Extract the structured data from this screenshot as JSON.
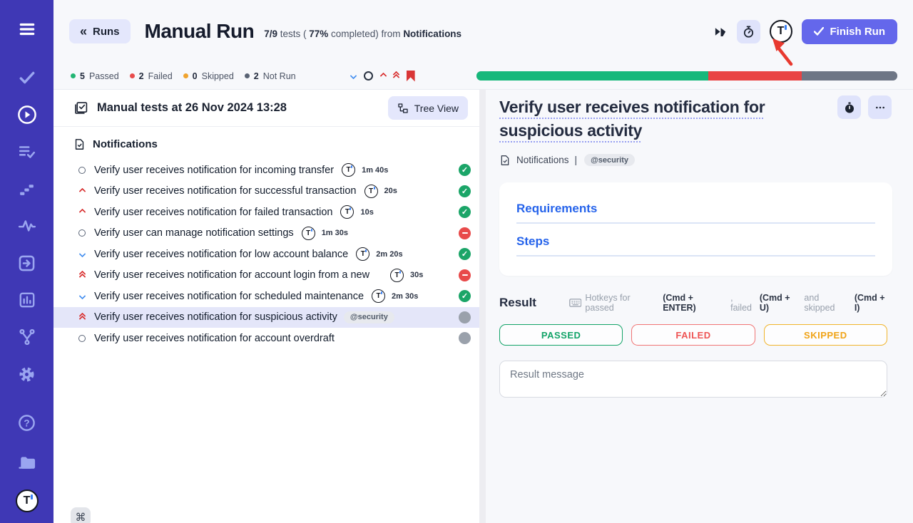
{
  "sidebar": {
    "icons": [
      "menu",
      "checks",
      "run-active",
      "test-plans",
      "steps",
      "pulse",
      "import",
      "analytics",
      "branches",
      "settings",
      "help",
      "projects",
      "testomat-logo"
    ]
  },
  "header": {
    "runs_label": "Runs",
    "title": "Manual Run",
    "subtitle": {
      "fraction": "7/9",
      "mid1": " tests ( ",
      "pct": "77%",
      "mid2": " completed) from ",
      "source": "Notifications"
    },
    "finish_label": "Finish Run"
  },
  "status": {
    "passed": {
      "count": "5",
      "label": "Passed"
    },
    "failed": {
      "count": "2",
      "label": "Failed"
    },
    "skipped": {
      "count": "0",
      "label": "Skipped"
    },
    "notrun": {
      "count": "2",
      "label": "Not Run"
    }
  },
  "progress": {
    "segments": [
      {
        "name": "passed",
        "color": "#16b87b",
        "pct": 55.1
      },
      {
        "name": "failed",
        "color": "#e94444",
        "pct": 22.2
      },
      {
        "name": "notrun",
        "color": "#6e7685",
        "pct": 22.7
      }
    ]
  },
  "run_list": {
    "header_title": "Manual tests at 26 Nov 2024 13:28",
    "tree_view_label": "Tree View",
    "folder_label": "Notifications",
    "tests": [
      {
        "title": "Verify user receives notification for incoming transfer",
        "priority": "none",
        "duration": "1m 40s",
        "logo": true,
        "result": "passed"
      },
      {
        "title": "Verify user receives notification for successful transaction",
        "priority": "high",
        "duration": "20s",
        "logo": true,
        "result": "passed"
      },
      {
        "title": "Verify user receives notification for failed transaction",
        "priority": "high",
        "duration": "10s",
        "logo": true,
        "result": "passed"
      },
      {
        "title": "Verify user can manage notification settings",
        "priority": "none",
        "duration": "1m 30s",
        "logo": true,
        "result": "failed"
      },
      {
        "title": "Verify user receives notification for low account balance",
        "priority": "low",
        "duration": "2m 20s",
        "logo": true,
        "result": "passed"
      },
      {
        "title": "Verify user receives notification for account login from a new",
        "priority": "highest",
        "duration": "30s",
        "logo": true,
        "result": "failed",
        "truncated": true
      },
      {
        "title": "Verify user receives notification for scheduled maintenance",
        "priority": "low",
        "duration": "2m 30s",
        "logo": true,
        "result": "passed"
      },
      {
        "title": "Verify user receives notification for suspicious activity",
        "priority": "highest",
        "duration": null,
        "logo": false,
        "result": "notrun",
        "tag": "@security",
        "selected": true
      },
      {
        "title": "Verify user receives notification for account overdraft",
        "priority": "none",
        "duration": null,
        "logo": false,
        "result": "notrun"
      }
    ],
    "cmd_key": "⌘"
  },
  "detail": {
    "title": "Verify user receives notification for suspicious activity",
    "breadcrumb": "Notifications",
    "separator": "|",
    "tag": "@security",
    "sections": {
      "requirements": "Requirements",
      "steps": "Steps"
    },
    "result_label": "Result",
    "hotkeys": {
      "t1": "Hotkeys for passed",
      "k1": "(Cmd + ENTER)",
      "t2": ", failed",
      "k2": "(Cmd + U)",
      "t3": "and skipped",
      "k3": "(Cmd + I)"
    },
    "verdicts": {
      "passed": "PASSED",
      "failed": "FAILED",
      "skipped": "SKIPPED"
    },
    "message_placeholder": "Result message"
  },
  "annotation": {
    "arrow_color": "#e8392f",
    "target": "timer-button"
  }
}
